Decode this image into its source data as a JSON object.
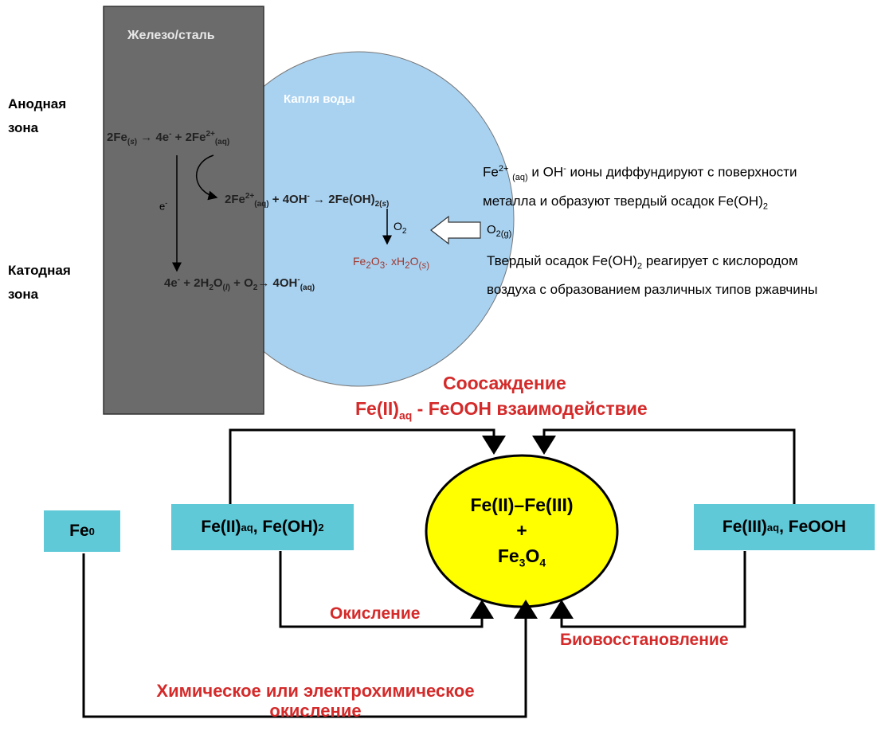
{
  "top": {
    "metal_label": "Железо/сталь",
    "water_label": "Капля воды",
    "anode_zone": [
      "Анодная",
      "зона"
    ],
    "cathode_zone": [
      "Катодная",
      "зона"
    ],
    "electron_label": "e",
    "o2_label": "O",
    "o2g_label": "O",
    "note1": {
      "ion1": "Fe",
      "ion1_sup": "2+",
      "ion1_sub": "(aq)",
      "and": " и OH",
      "and_sup": "-",
      "rest": " ионы диффундируют с поверхности",
      "line2": "металла и образуют твердый осадок Fe(OH)",
      "line2_sub": "2"
    },
    "note2": {
      "line1": "Твердый осадок Fe(OH)",
      "line1_sub": "2",
      "line1_rest": " реагирует с кислородом",
      "line2": "воздуха с образованием различных типов ржавчины"
    }
  },
  "bottom": {
    "coprecip_title": "Соосаждение",
    "coprecip_sub_a": "Fe(II)",
    "coprecip_sub_aq": "aq",
    "coprecip_sub_b": " - FeOOH взаимодействие",
    "box_fe0": "Fe",
    "box_fe0_sup": "0",
    "box_fe2_a": "Fe(II)",
    "box_fe2_aq": "aq",
    "box_fe2_b": ", Fe(OH)",
    "box_fe2_sub": "2",
    "box_fe3_a": "Fe(III)",
    "box_fe3_aq": "aq",
    "box_fe3_b": ", FeOOH",
    "center_line1": "Fe(II)–Fe(III)",
    "center_plus": "+",
    "center_fe": "Fe",
    "center_3": "3",
    "center_o": "O",
    "center_4": "4",
    "oxidation": "Окисление",
    "bioreduction": "Биовосстановление",
    "chem_oxidation_1": "Химическое или электрохимическое",
    "chem_oxidation_2": "окисление"
  },
  "colors": {
    "metal": "#6b6b6b",
    "water": "#a9d2f1",
    "box": "#5fc9d8",
    "ellipse": "#ffff00",
    "red_label": "#d42a2a",
    "rust_text": "#a0392f"
  }
}
